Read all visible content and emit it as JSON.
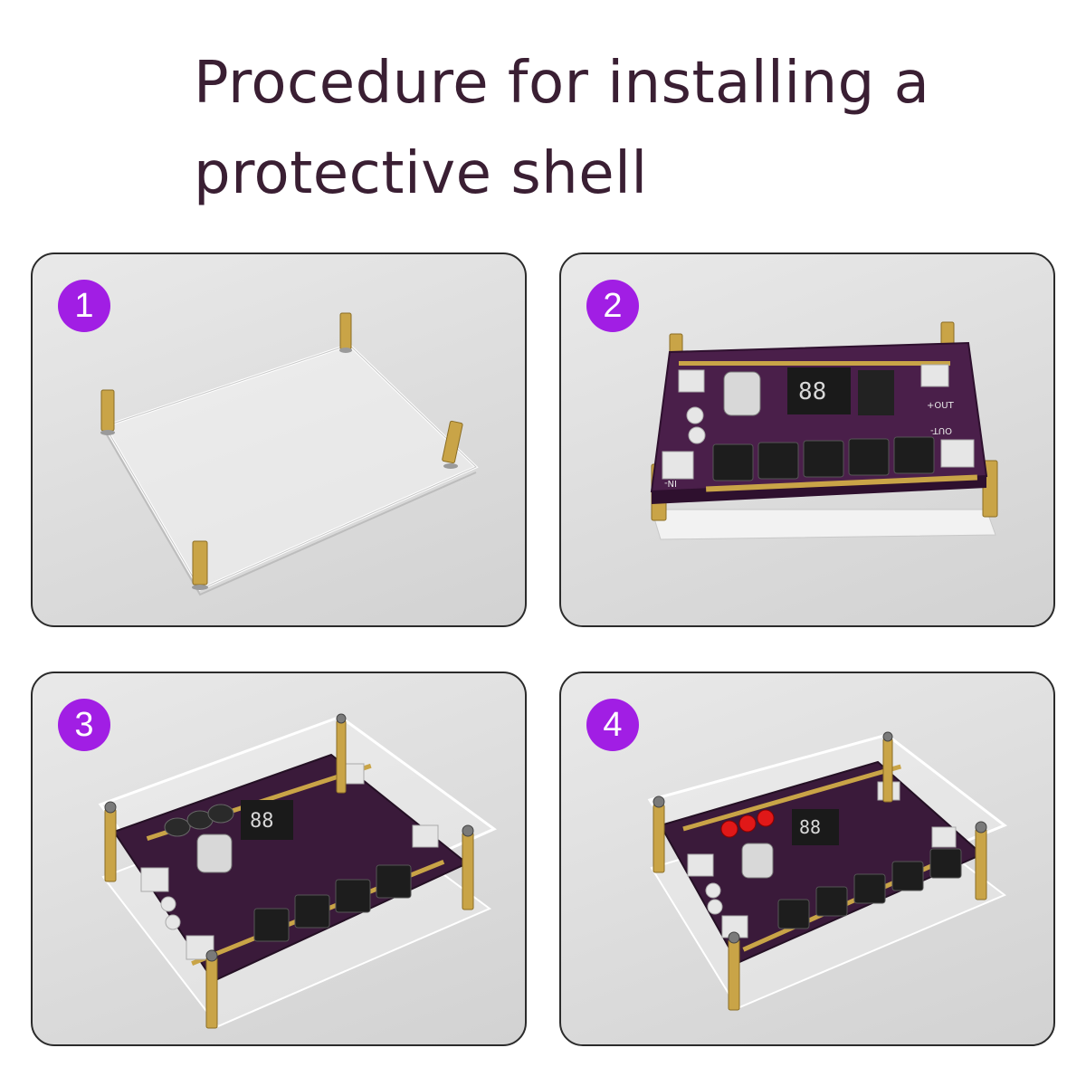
{
  "title": "Procedure for installing a protective shell",
  "steps": [
    {
      "number": "1"
    },
    {
      "number": "2"
    },
    {
      "number": "3"
    },
    {
      "number": "4"
    }
  ],
  "colors": {
    "badge": "#a11ee4",
    "title_text": "#3a1f33",
    "pcb": "#4a1f4a",
    "brass": "#c9a447",
    "panel_bg": "#dcdcdc"
  },
  "pcb_labels": {
    "display": "88",
    "out_pos": "+OUT",
    "out_neg": "OUT-",
    "in_neg": "IN-"
  }
}
